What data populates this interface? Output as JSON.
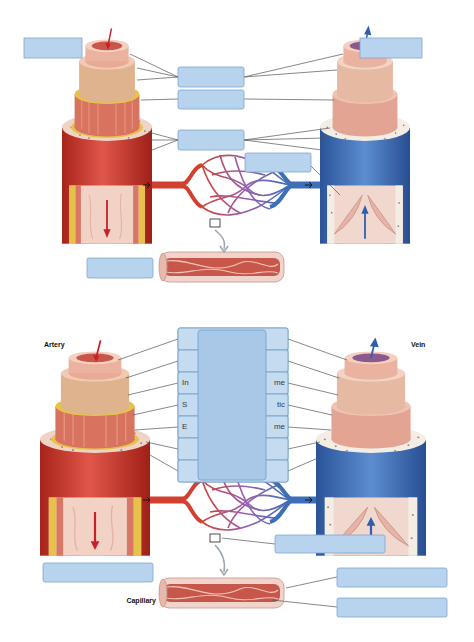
{
  "diagram": {
    "labels": [
      "Artery",
      "Vein",
      "In",
      "me",
      "S",
      "tic",
      "E",
      "me",
      "Capillary"
    ]
  }
}
